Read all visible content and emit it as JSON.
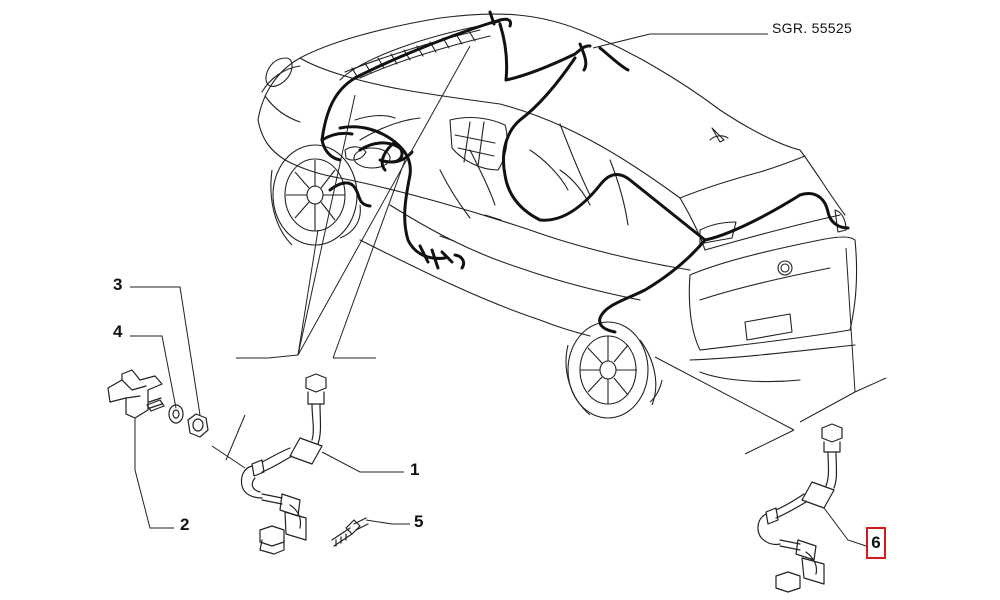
{
  "diagram": {
    "reference_code": "SGR. 55525",
    "callouts": [
      {
        "id": "1",
        "label": "1"
      },
      {
        "id": "2",
        "label": "2"
      },
      {
        "id": "3",
        "label": "3"
      },
      {
        "id": "4",
        "label": "4"
      },
      {
        "id": "5",
        "label": "5"
      },
      {
        "id": "6",
        "label": "6"
      }
    ],
    "highlighted_callout": "6",
    "colors": {
      "line": "#111111",
      "harness": "#111111",
      "highlight": "#d11a1a",
      "background": "#ffffff"
    }
  }
}
